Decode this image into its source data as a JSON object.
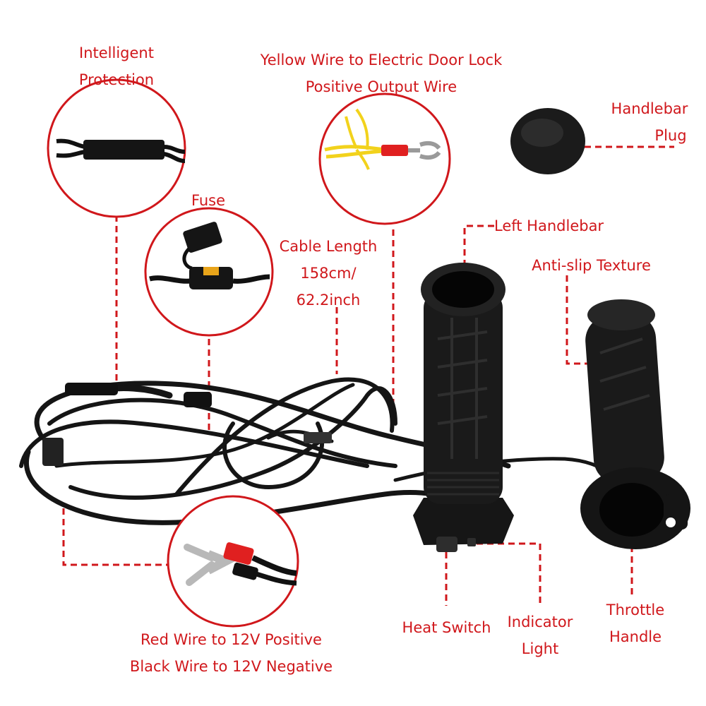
{
  "colors": {
    "label": "#d0171b",
    "leader": "#d0171b",
    "product": "#111111",
    "wire_yellow": "#f2d21c",
    "wire_red": "#e02020"
  },
  "labels": {
    "intelligent_protection": [
      "Intelligent",
      "Protection"
    ],
    "yellow_wire": [
      "Yellow Wire to Electric Door Lock",
      "Positive Output Wire"
    ],
    "handlebar_plug": [
      "Handlebar",
      "Plug"
    ],
    "fuse": [
      "Fuse"
    ],
    "cable_length": [
      "Cable Length",
      "158cm/",
      "62.2inch"
    ],
    "left_handlebar": [
      "Left Handlebar"
    ],
    "anti_slip": [
      "Anti-slip Texture"
    ],
    "battery_wires": [
      "Red Wire to 12V Positive",
      "Black Wire to 12V Negative"
    ],
    "heat_switch": [
      "Heat Switch"
    ],
    "indicator_light": [
      "Indicator",
      "Light"
    ],
    "throttle_handle": [
      "Throttle",
      "Handle"
    ]
  },
  "icons": [
    "module-icon",
    "fuse-icon",
    "yellow-wire-terminal-icon",
    "handlebar-plug-icon",
    "fork-terminal-icon",
    "left-grip-icon",
    "throttle-grip-icon",
    "switch-icon"
  ]
}
